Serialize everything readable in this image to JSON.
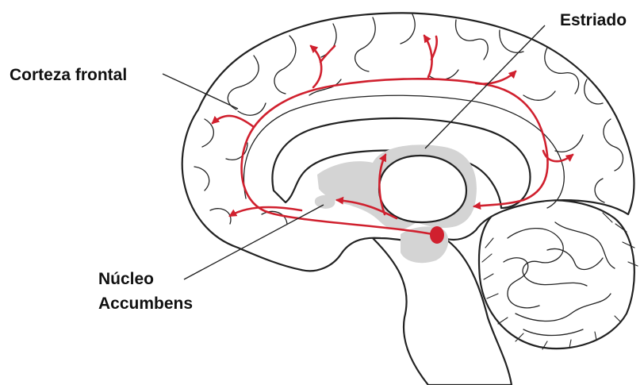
{
  "labels": {
    "frontal_cortex": "Corteza frontal",
    "striatum": "Estriado",
    "nucleus_accumbens_line1": "Núcleo",
    "nucleus_accumbens_line2": "Accumbens"
  },
  "colors": {
    "pathway": "#d0202e",
    "highlight_region": "#d4d4d4",
    "outline": "#222222"
  }
}
